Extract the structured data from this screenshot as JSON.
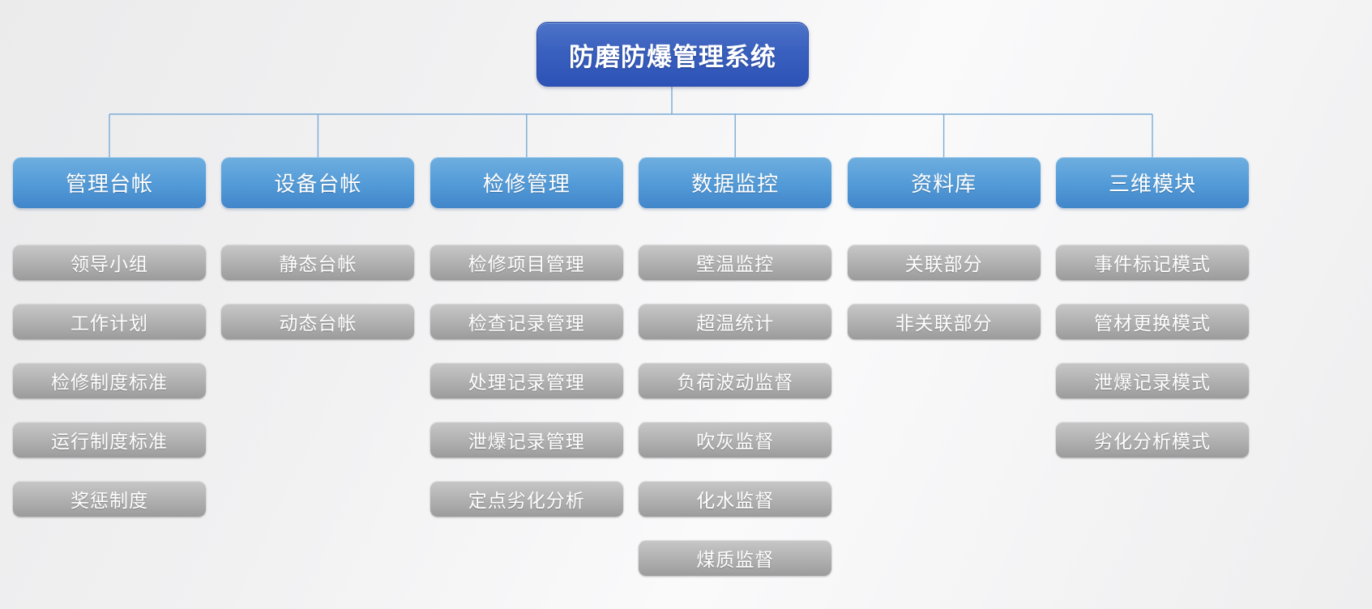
{
  "diagram": {
    "title": "防磨防爆管理系统",
    "branches": [
      {
        "label": "管理台帐",
        "children": [
          "领导小组",
          "工作计划",
          "检修制度标准",
          "运行制度标准",
          "奖惩制度"
        ]
      },
      {
        "label": "设备台帐",
        "children": [
          "静态台帐",
          "动态台帐"
        ]
      },
      {
        "label": "检修管理",
        "children": [
          "检修项目管理",
          "检查记录管理",
          "处理记录管理",
          "泄爆记录管理",
          "定点劣化分析"
        ]
      },
      {
        "label": "数据监控",
        "children": [
          "壁温监控",
          "超温统计",
          "负荷波动监督",
          "吹灰监督",
          "化水监督",
          "煤质监督"
        ]
      },
      {
        "label": "资料库",
        "children": [
          "关联部分",
          "非关联部分"
        ]
      },
      {
        "label": "三维模块",
        "children": [
          "事件标记模式",
          "管材更换模式",
          "泄爆记录模式",
          "劣化分析模式"
        ]
      }
    ],
    "colors": {
      "title_bg_top": "#4d74c8",
      "title_bg_mid": "#3a60bf",
      "title_bg_bottom": "#2c52b6",
      "title_border": "#2a4aa6",
      "branch_bg_top": "#6fafdf",
      "branch_bg_mid": "#539bd8",
      "branch_bg_bottom": "#4286ca",
      "child_bg_top": "#c8c8c8",
      "child_bg_mid": "#b2b2b2",
      "child_bg_bottom": "#9b9b9b",
      "connector": "#79aBd8",
      "node_text": "#ffffff"
    }
  }
}
